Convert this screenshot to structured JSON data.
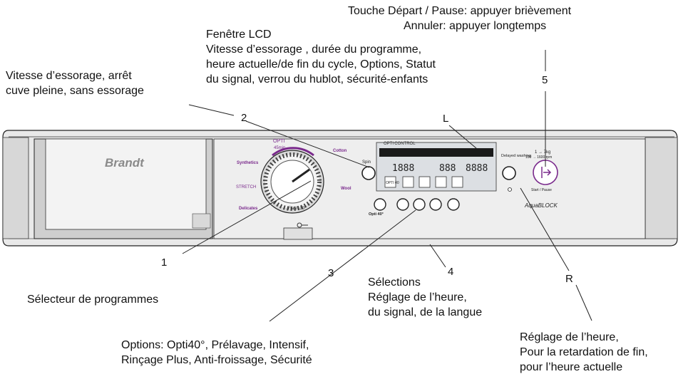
{
  "callouts": {
    "top_right": [
      "Touche Départ / Pause: appuyer brièvement",
      "Annuler: appuyer longtemps"
    ],
    "lcd": [
      "Fenêtre LCD",
      "Vitesse d’essorage , durée du programme,",
      "heure actuelle/de fin du cycle, Options, Statut",
      "du signal, verrou du hublot, sécurité-enfants"
    ],
    "spin": [
      "Vitesse d’essorage, arrêt",
      "cuve pleine, sans essorage"
    ],
    "selector": [
      "Sélecteur de programmes"
    ],
    "selections": [
      "Sélections",
      "Réglage de l’heure,",
      "du signal, de la langue"
    ],
    "options": [
      "Options: Opti40°, Prélavage, Intensif,",
      "Rinçage Plus, Anti-froissage, Sécurité"
    ],
    "time": [
      "Réglage de l’heure,",
      "Pour la retardation de fin,",
      "pour l’heure actuelle"
    ]
  },
  "markers": {
    "m1": "1",
    "m2": "2",
    "m3": "3",
    "m4": "4",
    "m5": "5",
    "mL": "L",
    "mR": "R"
  },
  "panel": {
    "brand": "Brandt",
    "optic_label": "OPTI CONTROL",
    "lcd_digits_left": "1888",
    "lcd_digits_mid": "888",
    "lcd_digits_right": "8888",
    "lcd_opti": "OPTI 40",
    "dial_opti": "OPTI",
    "dial_opti_sub": "45min",
    "program_synthetics": "Synthetics",
    "program_stretch": "STRETCH",
    "program_delicates": "Delicates",
    "program_cotton": "Cotton",
    "program_wool": "Wool",
    "program_flash": "Flash 30°",
    "spin_label": "Spin",
    "opt_opti40": "Opti 40°",
    "delayed": "Delayed washing",
    "start_pause": "Start / Pause",
    "aquablock": "AquaBLOCK",
    "capacity": "1 → 7kg",
    "rpm": "100 → 1600 rpm"
  },
  "colors": {
    "panel_bg": "#e6e6e6",
    "lcd_bg": "#dcdfe3",
    "accent_purple": "#7a2a8c",
    "ink": "#111111"
  }
}
